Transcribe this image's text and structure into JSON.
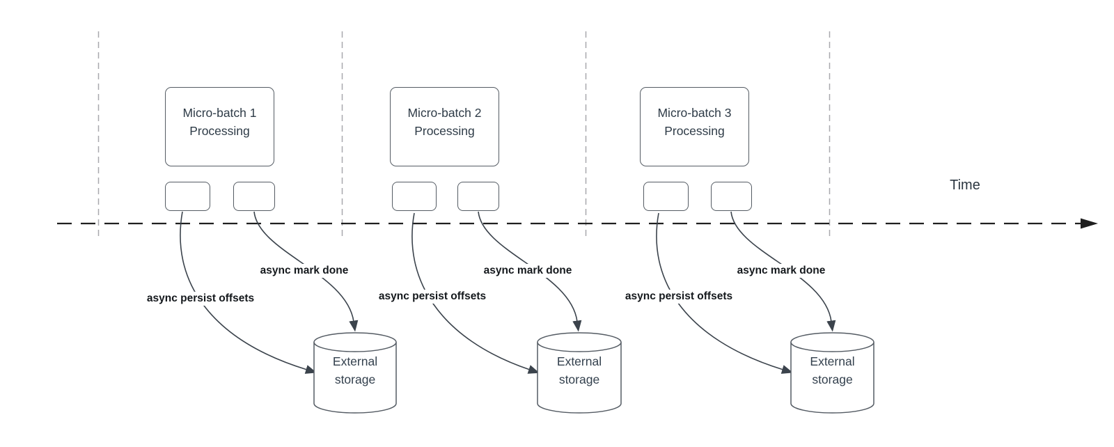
{
  "colors": {
    "background": "#ffffff",
    "shape_border": "#545b63",
    "arrow": "#3b434c",
    "timeline": "#1f1f1f",
    "gridline": "#a8a8ad",
    "shape_text": "#2e3b47",
    "label_text": "#14181c"
  },
  "time_axis": {
    "label": "Time"
  },
  "groups": [
    {
      "batch_label": "Micro-batch 1",
      "processing_label": "Processing",
      "persist_label": "async persist offsets",
      "mark_done_label": "async mark done",
      "storage_label_line1": "External",
      "storage_label_line2": "storage"
    },
    {
      "batch_label": "Micro-batch 2",
      "processing_label": "Processing",
      "persist_label": "async persist offsets",
      "mark_done_label": "async mark done",
      "storage_label_line1": "External",
      "storage_label_line2": "storage"
    },
    {
      "batch_label": "Micro-batch 3",
      "processing_label": "Processing",
      "persist_label": "async persist offsets",
      "mark_done_label": "async mark done",
      "storage_label_line1": "External",
      "storage_label_line2": "storage"
    }
  ]
}
